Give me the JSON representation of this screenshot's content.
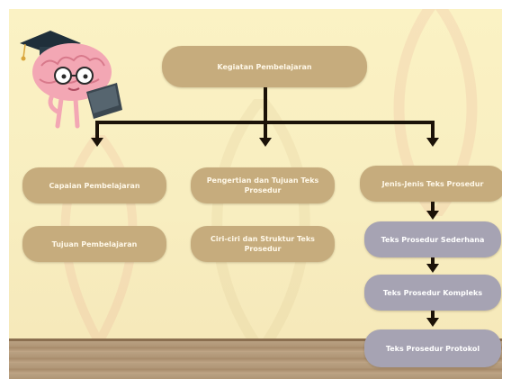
{
  "diagram": {
    "root": {
      "label": "Kegiatan Pembelajaran"
    },
    "left_column": [
      {
        "label": "Capaian Pembelajaran"
      },
      {
        "label": "Tujuan Pembelajaran"
      }
    ],
    "middle_column": [
      {
        "label": "Pengertian dan Tujuan Teks Prosedur"
      },
      {
        "label": "Ciri-ciri dan Struktur Teks Prosedur"
      }
    ],
    "right_column": [
      {
        "label": "Jenis-Jenis Teks Prosedur"
      },
      {
        "label": "Teks Prosedur Sederhana"
      },
      {
        "label": "Teks Prosedur Kompleks"
      },
      {
        "label": "Teks Prosedur Protokol"
      }
    ]
  },
  "colors": {
    "background": "#fbf2c4",
    "node_tan": "#c6ac7d",
    "node_gray": "#a6a3b3",
    "connector": "#1b1208",
    "floor": "#b09676"
  },
  "illustration": {
    "name": "brain-mascot-with-graduation-cap-and-book"
  }
}
